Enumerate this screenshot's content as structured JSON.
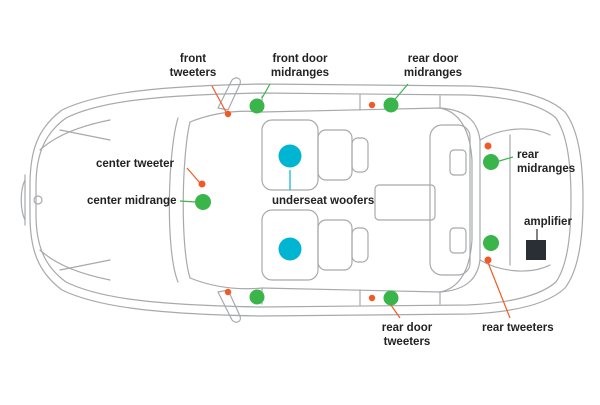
{
  "labels": {
    "front_tweeters": [
      "front",
      "tweeters"
    ],
    "front_door_midranges": [
      "front door",
      "midranges"
    ],
    "rear_door_midranges": [
      "rear door",
      "midranges"
    ],
    "center_tweeter": "center tweeter",
    "center_midrange": "center midrange",
    "underseat_woofers": "underseat woofers",
    "rear_midranges": [
      "rear",
      "midranges"
    ],
    "amplifier": "amplifier",
    "rear_door_tweeters": [
      "rear door",
      "tweeters"
    ],
    "rear_tweeters": "rear tweeters"
  },
  "colors": {
    "tweeter": "#f15a24",
    "midrange": "#39b54a",
    "woofer": "#00b5d1",
    "amplifier": "#2a2f36",
    "car_outline": "#a7a9ac",
    "label_text": "#222222"
  }
}
